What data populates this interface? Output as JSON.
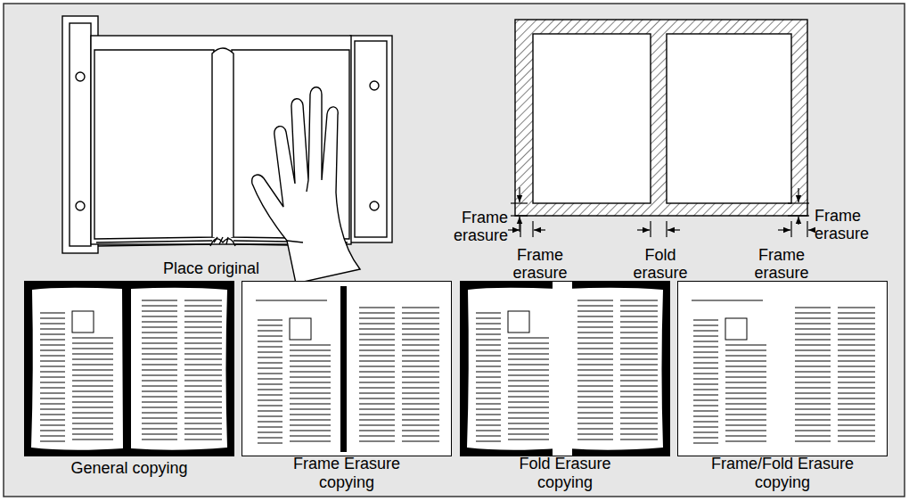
{
  "diagram": {
    "nodes": [
      {
        "text": [
          "General copying"
        ]
      },
      {
        "text": [
          "Frame Erasure copying"
        ]
      },
      {
        "text": [
          "Fold Erasure copying"
        ]
      },
      {
        "text": [
          "Frame/Fold Erasure copying"
        ]
      }
    ],
    "labels": [
      "Place original",
      "Frame erasure",
      "Frame erasure",
      "Frame erasure",
      "Fold erasure",
      "Frame erasure"
    ]
  }
}
